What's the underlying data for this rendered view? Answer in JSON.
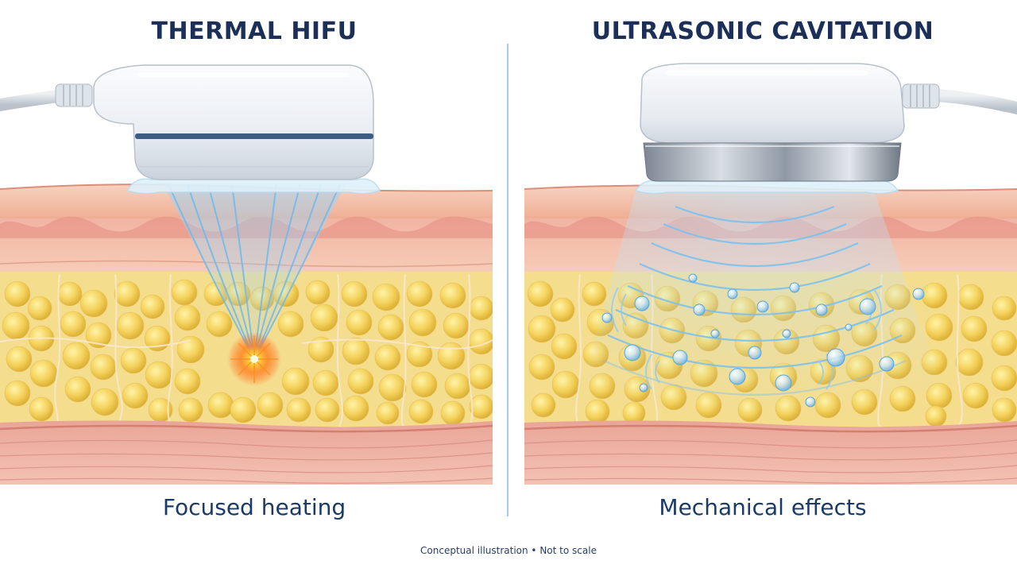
{
  "left_panel": {
    "title": "THERMAL HIFU",
    "caption": "Focused heating"
  },
  "right_panel": {
    "title": "ULTRASONIC CAVITATION",
    "caption": "Mechanical effects"
  },
  "footer": {
    "note": "Conceptual illustration • Not to scale"
  },
  "colors": {
    "title": "#1b2f58",
    "caption": "#1b3a66",
    "fat": "#f3d15a",
    "skin": "#f2b9a0",
    "muscle": "#e39a8e",
    "beam": "#9fd3f3",
    "focal_heat": "#ff7a1a",
    "divider": "#a9c7e6"
  }
}
